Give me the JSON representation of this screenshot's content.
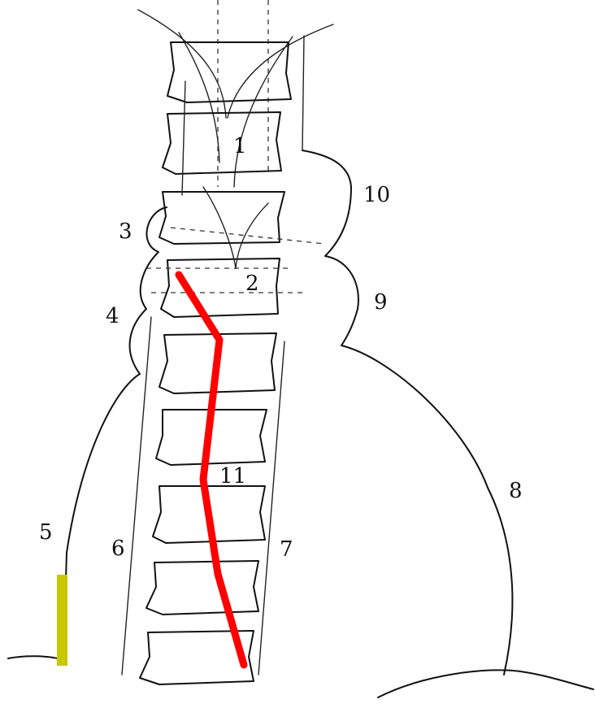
{
  "colors": {
    "background": "#ffffff",
    "ink": "#111111",
    "trajectory": "#ff0000",
    "marker": "#c8c800"
  },
  "labels": {
    "l1": "1",
    "l2": "2",
    "l3": "3",
    "l4": "4",
    "l5": "5",
    "l6": "6",
    "l7": "7",
    "l8": "8",
    "l9": "9",
    "l10": "10",
    "l11": "11"
  }
}
